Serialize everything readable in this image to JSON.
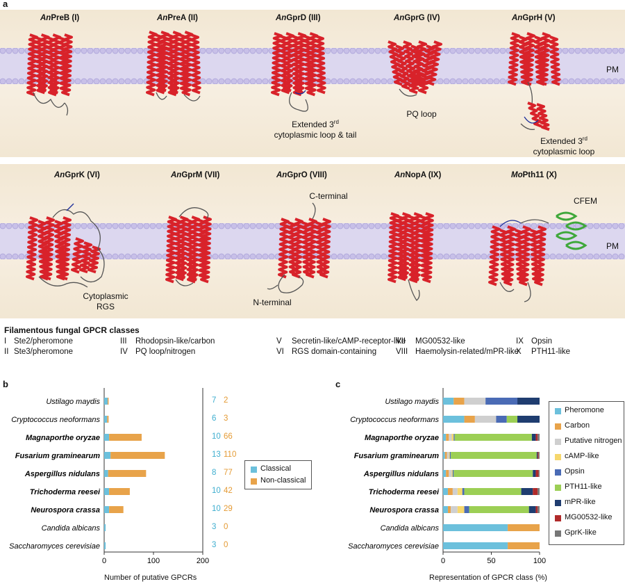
{
  "panel_a": {
    "letter": "a",
    "pm_label": "PM",
    "top_row": [
      {
        "prefix": "An",
        "name": "PreB (I)"
      },
      {
        "prefix": "An",
        "name": "PreA (II)"
      },
      {
        "prefix": "An",
        "name": "GprD (III)"
      },
      {
        "prefix": "An",
        "name": "GprG (IV)"
      },
      {
        "prefix": "An",
        "name": "GprH (V)"
      }
    ],
    "bottom_row": [
      {
        "prefix": "An",
        "name": "GprK (VI)"
      },
      {
        "prefix": "An",
        "name": "GprM (VII)"
      },
      {
        "prefix": "An",
        "name": "GprO (VIII)"
      },
      {
        "prefix": "An",
        "name": "NopA (IX)"
      },
      {
        "prefix": "Mo",
        "name": "Pth11 (X)"
      }
    ],
    "annotations": {
      "gprd_line1": "Extended 3",
      "gprd_sup": "rd",
      "gprd_line2": "cytoplasmic loop & tail",
      "gprg": "PQ loop",
      "gprh_line1": "Extended 3",
      "gprh_sup": "rd",
      "gprh_line2": "cytoplasmic loop",
      "gprk_line1": "Cytoplasmic",
      "gprk_line2": "RGS",
      "c_terminal": "C-terminal",
      "n_terminal": "N-terminal",
      "cfem": "CFEM"
    },
    "colors": {
      "helix": "#d8222a",
      "loop": "#555555",
      "blue": "#1d2f9a",
      "green": "#3fa83a"
    }
  },
  "classes": {
    "title": "Filamentous fungal GPCR classes",
    "items": [
      {
        "num": "I",
        "label": "Ste2/pheromone"
      },
      {
        "num": "II",
        "label": "Ste3/pheromone"
      },
      {
        "num": "III",
        "label": "Rhodopsin-like/carbon"
      },
      {
        "num": "IV",
        "label": "PQ loop/nitrogen"
      },
      {
        "num": "V",
        "label": "Secretin-like/cAMP-receptor-like"
      },
      {
        "num": "VI",
        "label": "RGS domain-containing"
      },
      {
        "num": "VII",
        "label": "MG00532-like"
      },
      {
        "num": "VIII",
        "label": "Haemolysin-related/mPR-like"
      },
      {
        "num": "IX",
        "label": "Opsin"
      },
      {
        "num": "X",
        "label": "PTH11-like"
      }
    ]
  },
  "chart_data": [
    {
      "panel": "b",
      "type": "bar",
      "orientation": "horizontal",
      "stacked": true,
      "categories": [
        "Ustilago maydis",
        "Cryptococcus neoformans",
        "Magnaporthe oryzae",
        "Fusarium graminearum",
        "Aspergillus nidulans",
        "Trichoderma reesei",
        "Neurospora crassa",
        "Candida albicans",
        "Saccharomyces cerevisiae"
      ],
      "bold_categories": [
        false,
        false,
        true,
        true,
        true,
        true,
        true,
        false,
        false
      ],
      "series": [
        {
          "name": "Classical",
          "color": "#6cc0dc",
          "values": [
            7,
            6,
            10,
            13,
            8,
            10,
            10,
            3,
            3
          ]
        },
        {
          "name": "Non-classical",
          "color": "#e8a34a",
          "values": [
            2,
            3,
            66,
            110,
            77,
            42,
            29,
            0,
            0
          ]
        }
      ],
      "xlabel": "Number of putative GPCRs",
      "xlim": [
        0,
        200
      ],
      "xticks": [
        "0",
        "100",
        "200"
      ]
    },
    {
      "panel": "c",
      "type": "bar",
      "orientation": "horizontal",
      "stacked": true,
      "categories": [
        "Ustilago maydis",
        "Cryptococcus neoformans",
        "Magnaporthe oryzae",
        "Fusarium graminearum",
        "Aspergillus nidulans",
        "Trichoderma reesei",
        "Neurospora crassa",
        "Candida albicans",
        "Saccharomyces cerevisiae"
      ],
      "bold_categories": [
        false,
        false,
        true,
        true,
        true,
        true,
        true,
        false,
        false
      ],
      "series": [
        {
          "name": "Pheromone",
          "color": "#6cc0dc",
          "values": [
            11,
            22,
            3,
            2,
            3,
            5,
            5,
            67,
            67
          ]
        },
        {
          "name": "Carbon",
          "color": "#e8a34a",
          "values": [
            11,
            11,
            3,
            2,
            3,
            5,
            3,
            33,
            33
          ]
        },
        {
          "name": "Putative nitrogen",
          "color": "#cfcfcf",
          "values": [
            22,
            22,
            3,
            2,
            3,
            5,
            7,
            0,
            0
          ]
        },
        {
          "name": "cAMP-like",
          "color": "#f6d76d",
          "values": [
            0,
            0,
            2,
            1,
            1,
            5,
            7,
            0,
            0
          ]
        },
        {
          "name": "Opsin",
          "color": "#4a6bb5",
          "values": [
            33,
            11,
            1,
            1,
            1,
            2,
            5,
            0,
            0
          ]
        },
        {
          "name": "PTH11-like",
          "color": "#9ccf55",
          "values": [
            0,
            11,
            80,
            89,
            82,
            59,
            62,
            0,
            0
          ]
        },
        {
          "name": "mPR-like",
          "color": "#1f3d70",
          "values": [
            23,
            23,
            4,
            1,
            3,
            12,
            7,
            0,
            0
          ]
        },
        {
          "name": "MG00532-like",
          "color": "#b02a2a",
          "values": [
            0,
            0,
            2,
            1,
            3,
            5,
            2,
            0,
            0
          ]
        },
        {
          "name": "GprK-like",
          "color": "#777777",
          "values": [
            0,
            0,
            2,
            1,
            1,
            2,
            2,
            0,
            0
          ]
        }
      ],
      "xlabel": "Representation of GPCR class (%)",
      "xlim": [
        0,
        100
      ],
      "xticks": [
        "0",
        "50",
        "100"
      ]
    }
  ]
}
